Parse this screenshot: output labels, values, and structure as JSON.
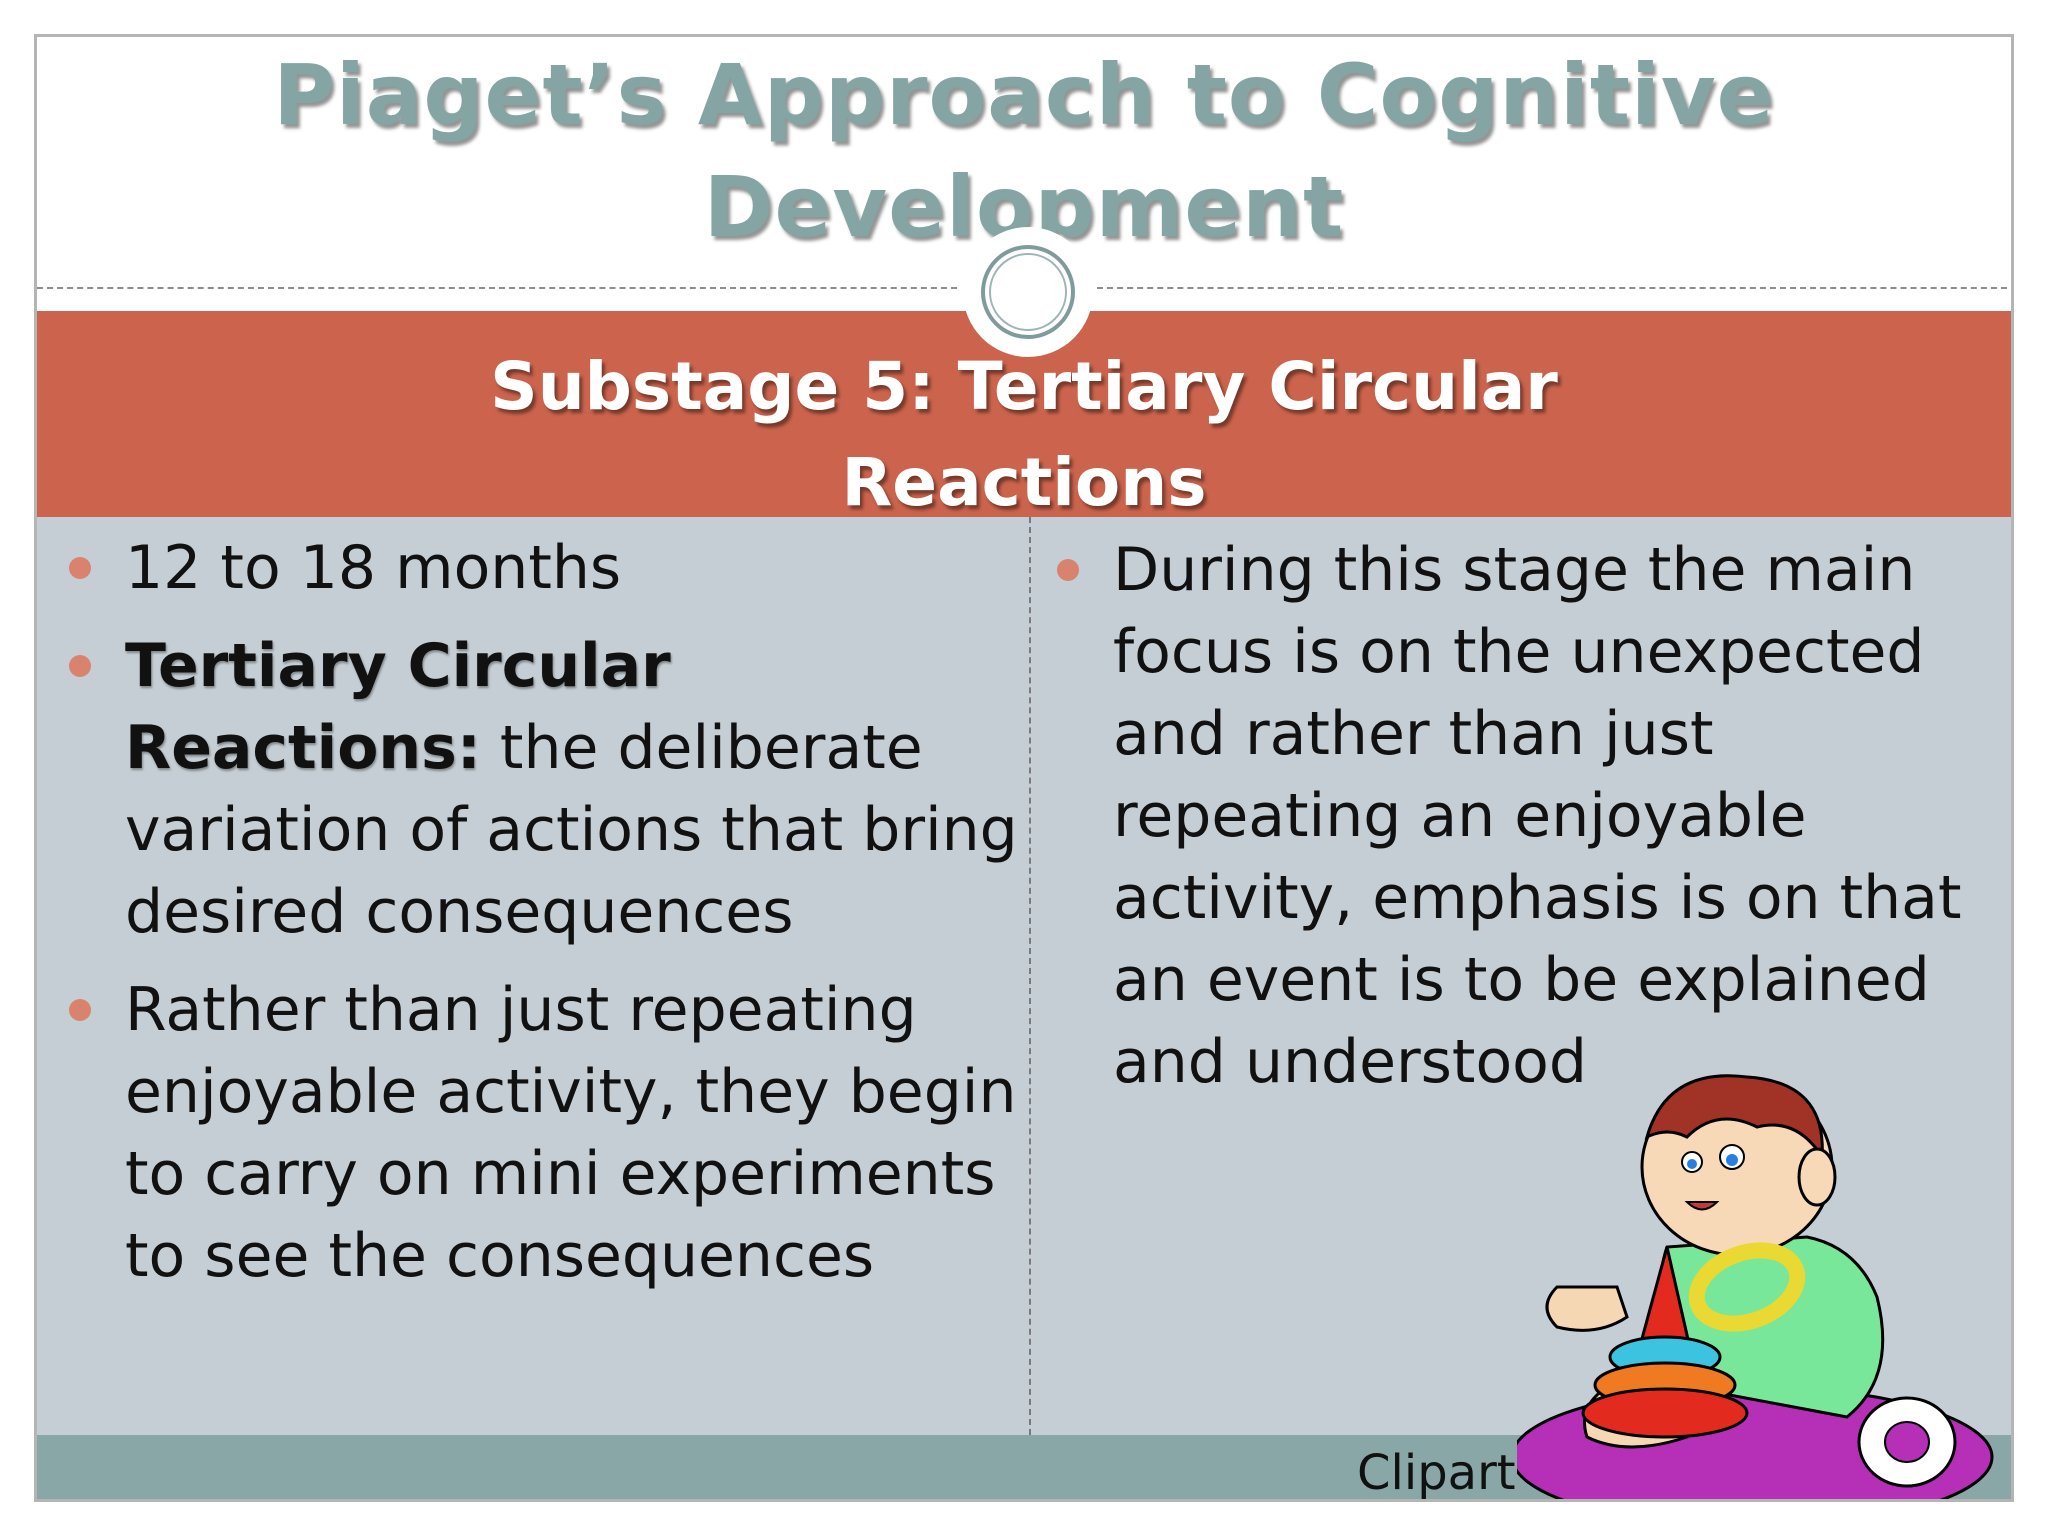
{
  "title": {
    "line1": "Piaget’s Approach to Cognitive",
    "line2": "Development"
  },
  "subtitle": {
    "line1": "Substage 5: Tertiary Circular",
    "line2": "Reactions"
  },
  "left_column": {
    "bullet1": "12 to 18 months",
    "bullet2_term": "Tertiary Circular Reactions:",
    "bullet2_text": " the deliberate variation of actions that bring desired consequences",
    "bullet3": "Rather than just repeating enjoyable activity, they begin to carry on mini experiments to see the consequences"
  },
  "right_column": {
    "bullet1": "During this stage the main focus is on the unexpected and rather than just repeating an enjoyable activity, emphasis is on that an event is to be explained and understood"
  },
  "image_caption": "Clipart",
  "colors": {
    "title": "#85a4a4",
    "band": "#cc644d",
    "content_bg": "#c5ced4",
    "footer": "#8aa7a7",
    "bullet": "#d9826e"
  }
}
